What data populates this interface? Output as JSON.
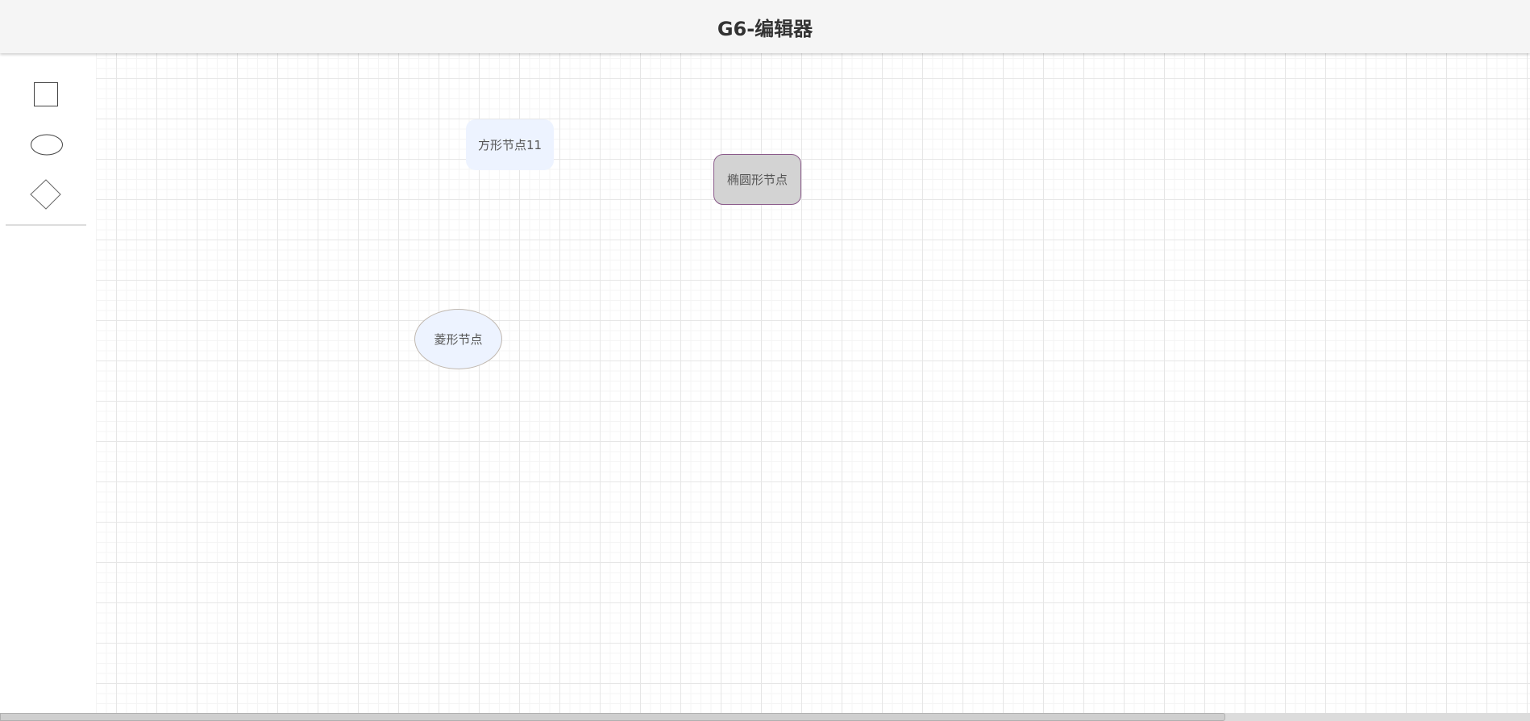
{
  "header": {
    "title": "G6-编辑器"
  },
  "sidebar": {
    "items": [
      {
        "shape": "rect",
        "icon": "square-icon"
      },
      {
        "shape": "ellipse",
        "icon": "ellipse-icon"
      },
      {
        "shape": "diamond",
        "icon": "diamond-icon"
      }
    ]
  },
  "canvas": {
    "nodes": [
      {
        "label": "方形节点11",
        "fill": "#edf3ff",
        "stroke": "#edf3ff"
      },
      {
        "label": "椭圆形节点",
        "fill": "#d3d3d3",
        "stroke": "#8a5a8a"
      },
      {
        "label": "菱形节点",
        "fill": "#edf3ff",
        "stroke": "#c0b8b0"
      }
    ]
  }
}
